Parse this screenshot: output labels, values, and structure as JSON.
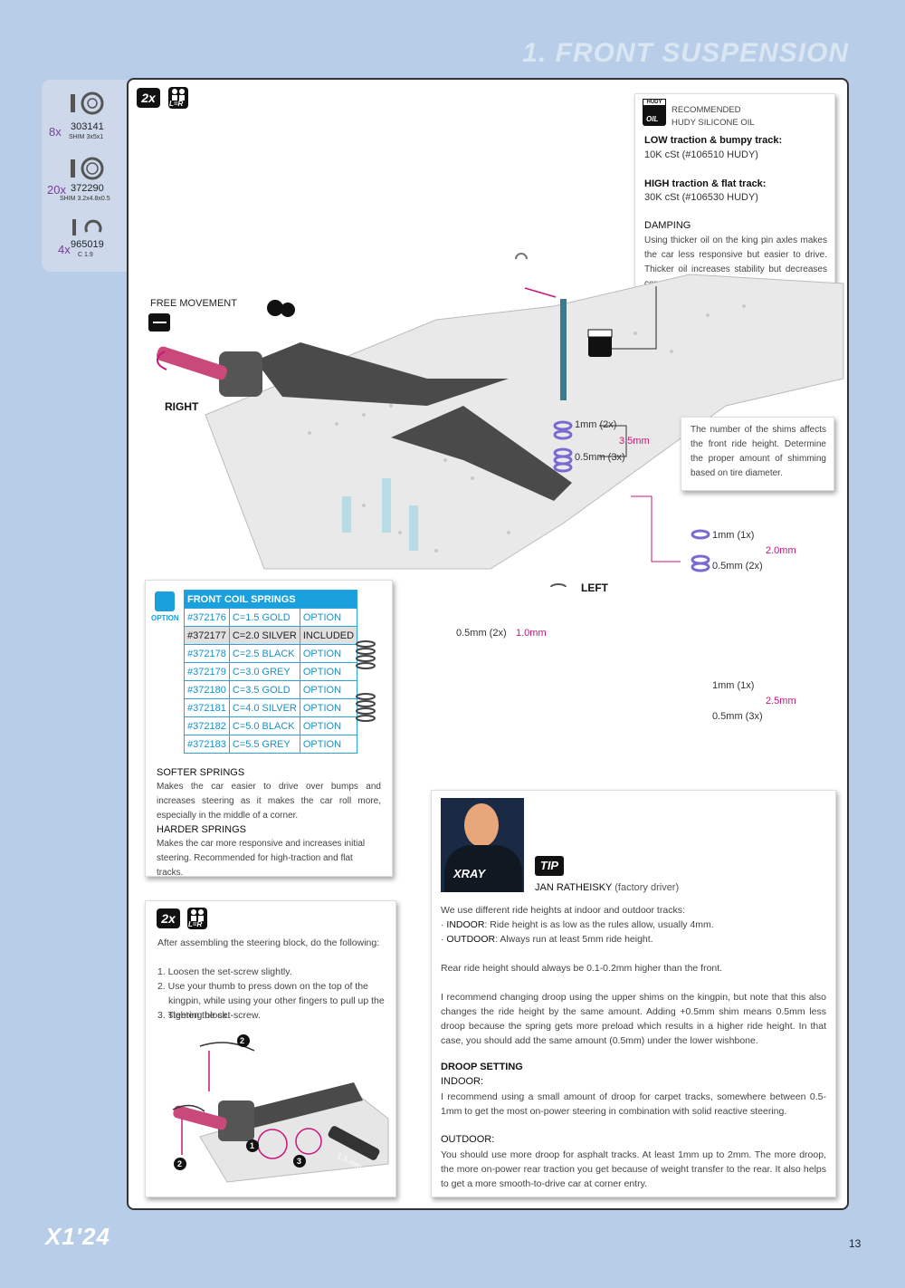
{
  "section_title": "1. FRONT SUSPENSION",
  "parts": [
    {
      "qty": "8x",
      "number": "303141",
      "desc": "SHIM 3x5x1"
    },
    {
      "qty": "20x",
      "number": "372290",
      "desc": "SHIM 3.2x4.8x0.5"
    },
    {
      "qty": "4x",
      "number": "965019",
      "desc": "C 1.9"
    }
  ],
  "badges": {
    "count": "2x",
    "lr": "L=R"
  },
  "oil_box": {
    "brand": "HUDY",
    "icon_label": "OIL",
    "recommended": "RECOMMENDED",
    "product": "HUDY SILICONE OIL",
    "low_title": "LOW traction & bumpy track:",
    "low_value": "10K cSt (#106510 HUDY)",
    "high_title": "HIGH traction & flat track:",
    "high_value": "30K cSt (#106530 HUDY)",
    "damping_title": "DAMPING",
    "damping_text": "Using thicker oil on the king pin axles makes the car less responsive but easier to drive. Thicker oil increases stability but decreases cornering speed."
  },
  "diagram": {
    "free_movement": "FREE MOVEMENT",
    "right": "RIGHT",
    "left": "LEFT",
    "shim_top_1": "1mm (2x)",
    "shim_top_2": "0.5mm (3x)",
    "shim_top_total": "3.5mm",
    "shim_note": "The number of the shims affects the front ride height. Determine the proper amount of shimming based on tire diameter.",
    "right_1": "1mm (1x)",
    "right_2": "0.5mm (2x)",
    "right_total": "2.0mm",
    "lower_1": "1mm (1x)",
    "lower_2": "0.5mm (3x)",
    "lower_total": "2.5mm",
    "bottom_shim": "0.5mm (2x)",
    "bottom_total": "1.0mm"
  },
  "springs": {
    "option_label": "OPTION",
    "header": "FRONT COIL SPRINGS",
    "rows": [
      [
        "#372176",
        "C=1.5 GOLD",
        "OPTION"
      ],
      [
        "#372177",
        "C=2.0 SILVER",
        "INCLUDED"
      ],
      [
        "#372178",
        "C=2.5 BLACK",
        "OPTION"
      ],
      [
        "#372179",
        "C=3.0 GREY",
        "OPTION"
      ],
      [
        "#372180",
        "C=3.5 GOLD",
        "OPTION"
      ],
      [
        "#372181",
        "C=4.0 SILVER",
        "OPTION"
      ],
      [
        "#372182",
        "C=5.0 BLACK",
        "OPTION"
      ],
      [
        "#372183",
        "C=5.5 GREY",
        "OPTION"
      ]
    ],
    "softer_title": "SOFTER SPRINGS",
    "softer_text": "Makes the car easier to drive over bumps and increases steering as it makes the car roll more, especially in the middle of a corner.",
    "harder_title": "HARDER SPRINGS",
    "harder_text": "Makes the car more responsive and increases initial steering. Recommended for high-traction and flat tracks."
  },
  "steering_box": {
    "intro": "After assembling the steering block, do the following:",
    "step1": "1. Loosen the set-screw slightly.",
    "step2": "2. Use your thumb to press down on the top of the kingpin, while using your other fingers to pull up the steering block.",
    "step3": "3. Tighten the set-screw.",
    "tool_label": "1.5 mm",
    "c1": "1",
    "c2": "2",
    "c3": "3"
  },
  "tip": {
    "label": "TIP",
    "brand": "XRAY",
    "author": "JAN RATHEISKY",
    "role": "(factory driver)",
    "intro": "We use different ride heights at indoor and outdoor tracks:",
    "indoor_label": "INDOOR",
    "indoor_text": ": Ride height is as low as the rules allow, usually 4mm.",
    "outdoor_label": "OUTDOOR",
    "outdoor_text": ": Always run at least 5mm ride height.",
    "rear": "Rear ride height should always be 0.1-0.2mm higher than the front.",
    "droop_par": "I recommend changing droop using the upper shims on the kingpin, but note that this also changes the ride height by the same amount. Adding +0.5mm shim means 0.5mm less droop because the spring gets more preload which results in a higher ride height. In that case, you should add the same amount (0.5mm) under the lower wishbone.",
    "droop_title": "DROOP SETTING",
    "indoor_heading": "INDOOR:",
    "indoor_droop": "I recommend using a small amount of droop for carpet tracks, somewhere between 0.5-1mm to get the most on-power steering in combination with solid reactive steering.",
    "outdoor_heading": "OUTDOOR:",
    "outdoor_droop": "You should use more droop for asphalt tracks. At least 1mm up to 2mm. The more droop, the more on-power rear traction you get because of weight transfer to the rear. It also helps to get a more smooth-to-drive car at corner entry."
  },
  "footer": {
    "logo": "X1'24",
    "page": "13"
  }
}
